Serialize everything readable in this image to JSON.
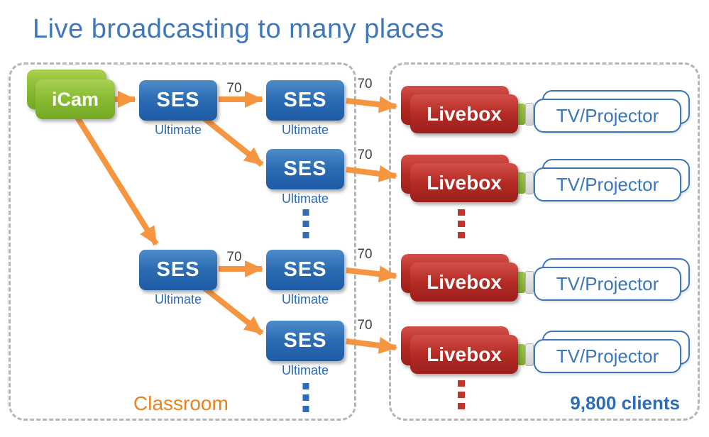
{
  "title": "Live broadcasting to many places",
  "regions": {
    "classroom": {
      "label": "Classroom"
    },
    "clients": {
      "label": "9,800 clients"
    }
  },
  "nodes": {
    "icam": {
      "label": "iCam"
    },
    "ses": {
      "label": "SES",
      "caption": "Ultimate"
    },
    "livebox": {
      "label": "Livebox"
    },
    "tv": {
      "label": "TV/Projector"
    }
  },
  "edges": {
    "fanout": "70"
  },
  "colors": {
    "title_blue": "#3f78ba",
    "ses_blue": "#2a6bb2",
    "icam_green": "#86ba30",
    "livebox_red": "#b52b25",
    "tv_border_blue": "#3b76b8",
    "arrow_orange": "#f6953f",
    "classroom_orange": "#e8821e",
    "clients_blue": "#2d6db5",
    "dots_blue": "#2d6db5",
    "dots_red": "#bf352e"
  }
}
